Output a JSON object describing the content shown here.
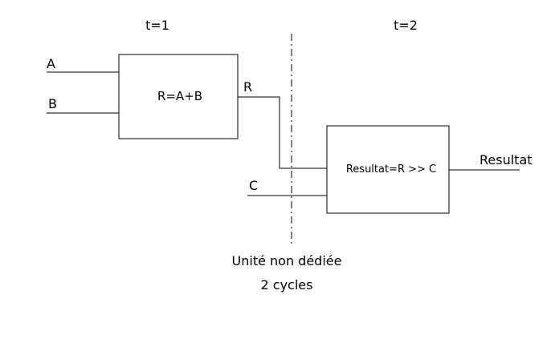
{
  "stages": [
    {
      "label": "t=1"
    },
    {
      "label": "t=2"
    }
  ],
  "inputs": {
    "a": "A",
    "b": "B",
    "c": "C"
  },
  "blocks": {
    "adder": "R=A+B",
    "shifter": "Resultat=R >> C"
  },
  "signals": {
    "r": "R",
    "output": "Resultat"
  },
  "caption": {
    "line1": "Unité non dédiée",
    "line2": "2 cycles"
  },
  "colors": {
    "stroke": "#000000",
    "background": "#ffffff"
  }
}
